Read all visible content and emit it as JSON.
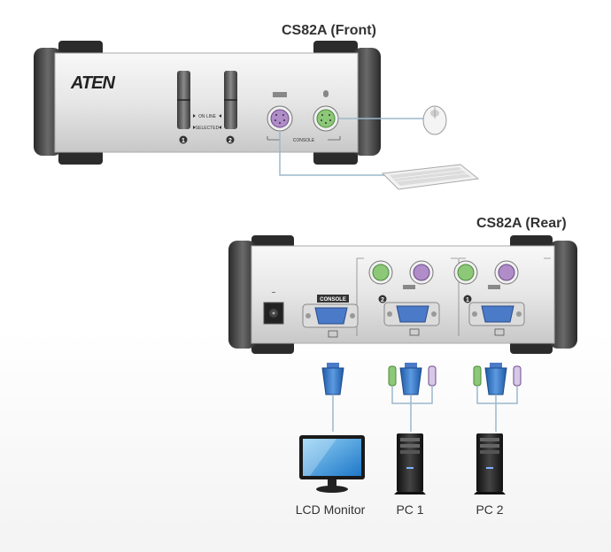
{
  "front": {
    "title": "CS82A (Front)",
    "logo": "ATEN",
    "online_label": "ON LINE",
    "selected_label": "SELECTED",
    "port1": "1",
    "port2": "2",
    "console_label": "CONSOLE"
  },
  "rear": {
    "title": "CS82A (Rear)",
    "console_label": "CONSOLE",
    "port1": "1",
    "port2": "2"
  },
  "captions": {
    "lcd": "LCD Monitor",
    "pc1": "PC 1",
    "pc2": "PC 2"
  },
  "colors": {
    "keyboard_port": "#b08cc8",
    "mouse_port": "#8cc878",
    "vga_port": "#4a7ac8",
    "cable": "#9bb8cc"
  }
}
